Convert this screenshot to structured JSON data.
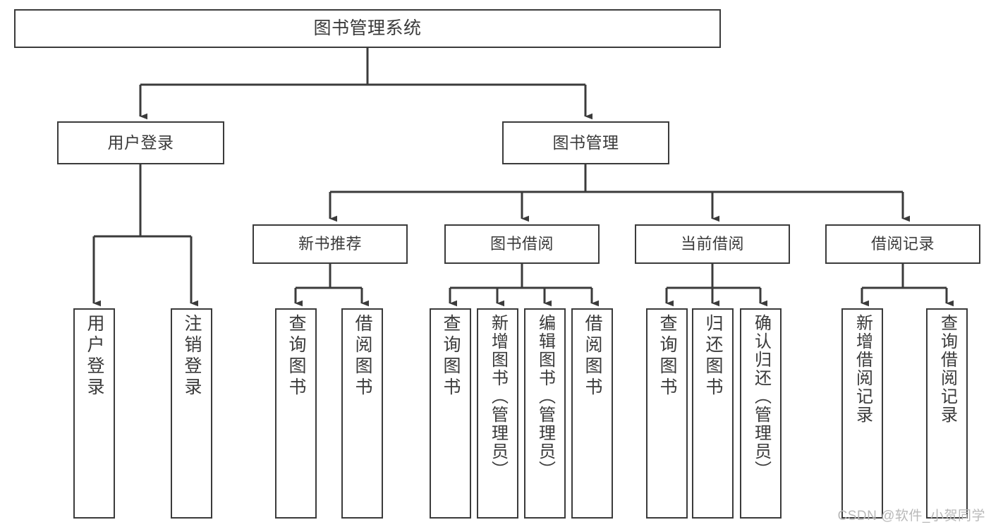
{
  "diagram": {
    "title": "图书管理系统",
    "type": "tree-hierarchy",
    "watermark": "CSDN @软件_小贺同学",
    "colors": {
      "background": "#ffffff",
      "border": "#3b3b3b",
      "text": "#3a3a3a",
      "connector": "#3b3b3b",
      "watermark": "#b9b9b9"
    },
    "root": {
      "label": "图书管理系统"
    },
    "level2": [
      {
        "label": "用户登录"
      },
      {
        "label": "图书管理"
      }
    ],
    "user_login_leaves": [
      {
        "label": "用户登录"
      },
      {
        "label": "注销登录"
      }
    ],
    "level3": [
      {
        "label": "新书推荐"
      },
      {
        "label": "图书借阅"
      },
      {
        "label": "当前借阅"
      },
      {
        "label": "借阅记录"
      }
    ],
    "new_book_leaves": [
      {
        "label": "查询图书"
      },
      {
        "label": "借阅图书"
      }
    ],
    "borrow_book_leaves": [
      {
        "label": "查询图书"
      },
      {
        "label": "新增图书（管理员）"
      },
      {
        "label": "编辑图书（管理员）"
      },
      {
        "label": "借阅图书"
      }
    ],
    "current_borrow_leaves": [
      {
        "label": "查询图书"
      },
      {
        "label": "归还图书"
      },
      {
        "label": "确认归还（管理员）"
      }
    ],
    "borrow_record_leaves": [
      {
        "label": "新增借阅记录"
      },
      {
        "label": "查询借阅记录"
      }
    ]
  }
}
